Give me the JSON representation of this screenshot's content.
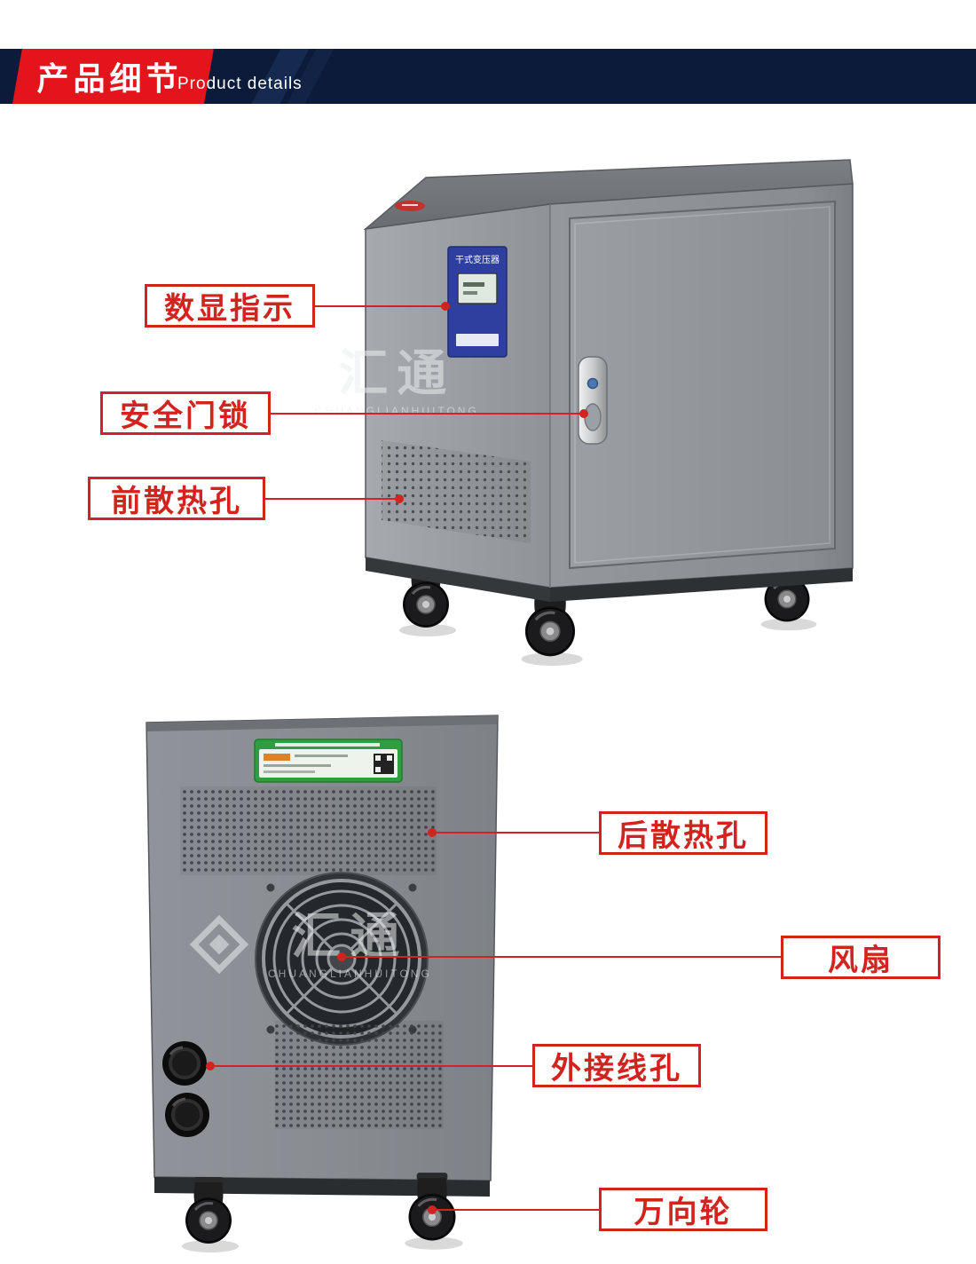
{
  "header": {
    "title_cn": "产品细节",
    "title_en": "Product details"
  },
  "colors": {
    "accent_red": "#d2231e",
    "banner_red": "#e3141c",
    "banner_navy": "#0c1b3a",
    "cabinet_gray": "#8f9397"
  },
  "front_section": {
    "annotations": [
      {
        "text": "数显指示"
      },
      {
        "text": "安全门锁"
      },
      {
        "text": "前散热孔"
      }
    ],
    "display_panel_title": "干式变压器"
  },
  "rear_section": {
    "annotations": [
      {
        "text": "后散热孔"
      },
      {
        "text": "风扇"
      },
      {
        "text": "外接线孔"
      },
      {
        "text": "万向轮"
      }
    ]
  },
  "watermark": {
    "cn": "汇通",
    "en": "CHUANGLIANHUITONG"
  }
}
